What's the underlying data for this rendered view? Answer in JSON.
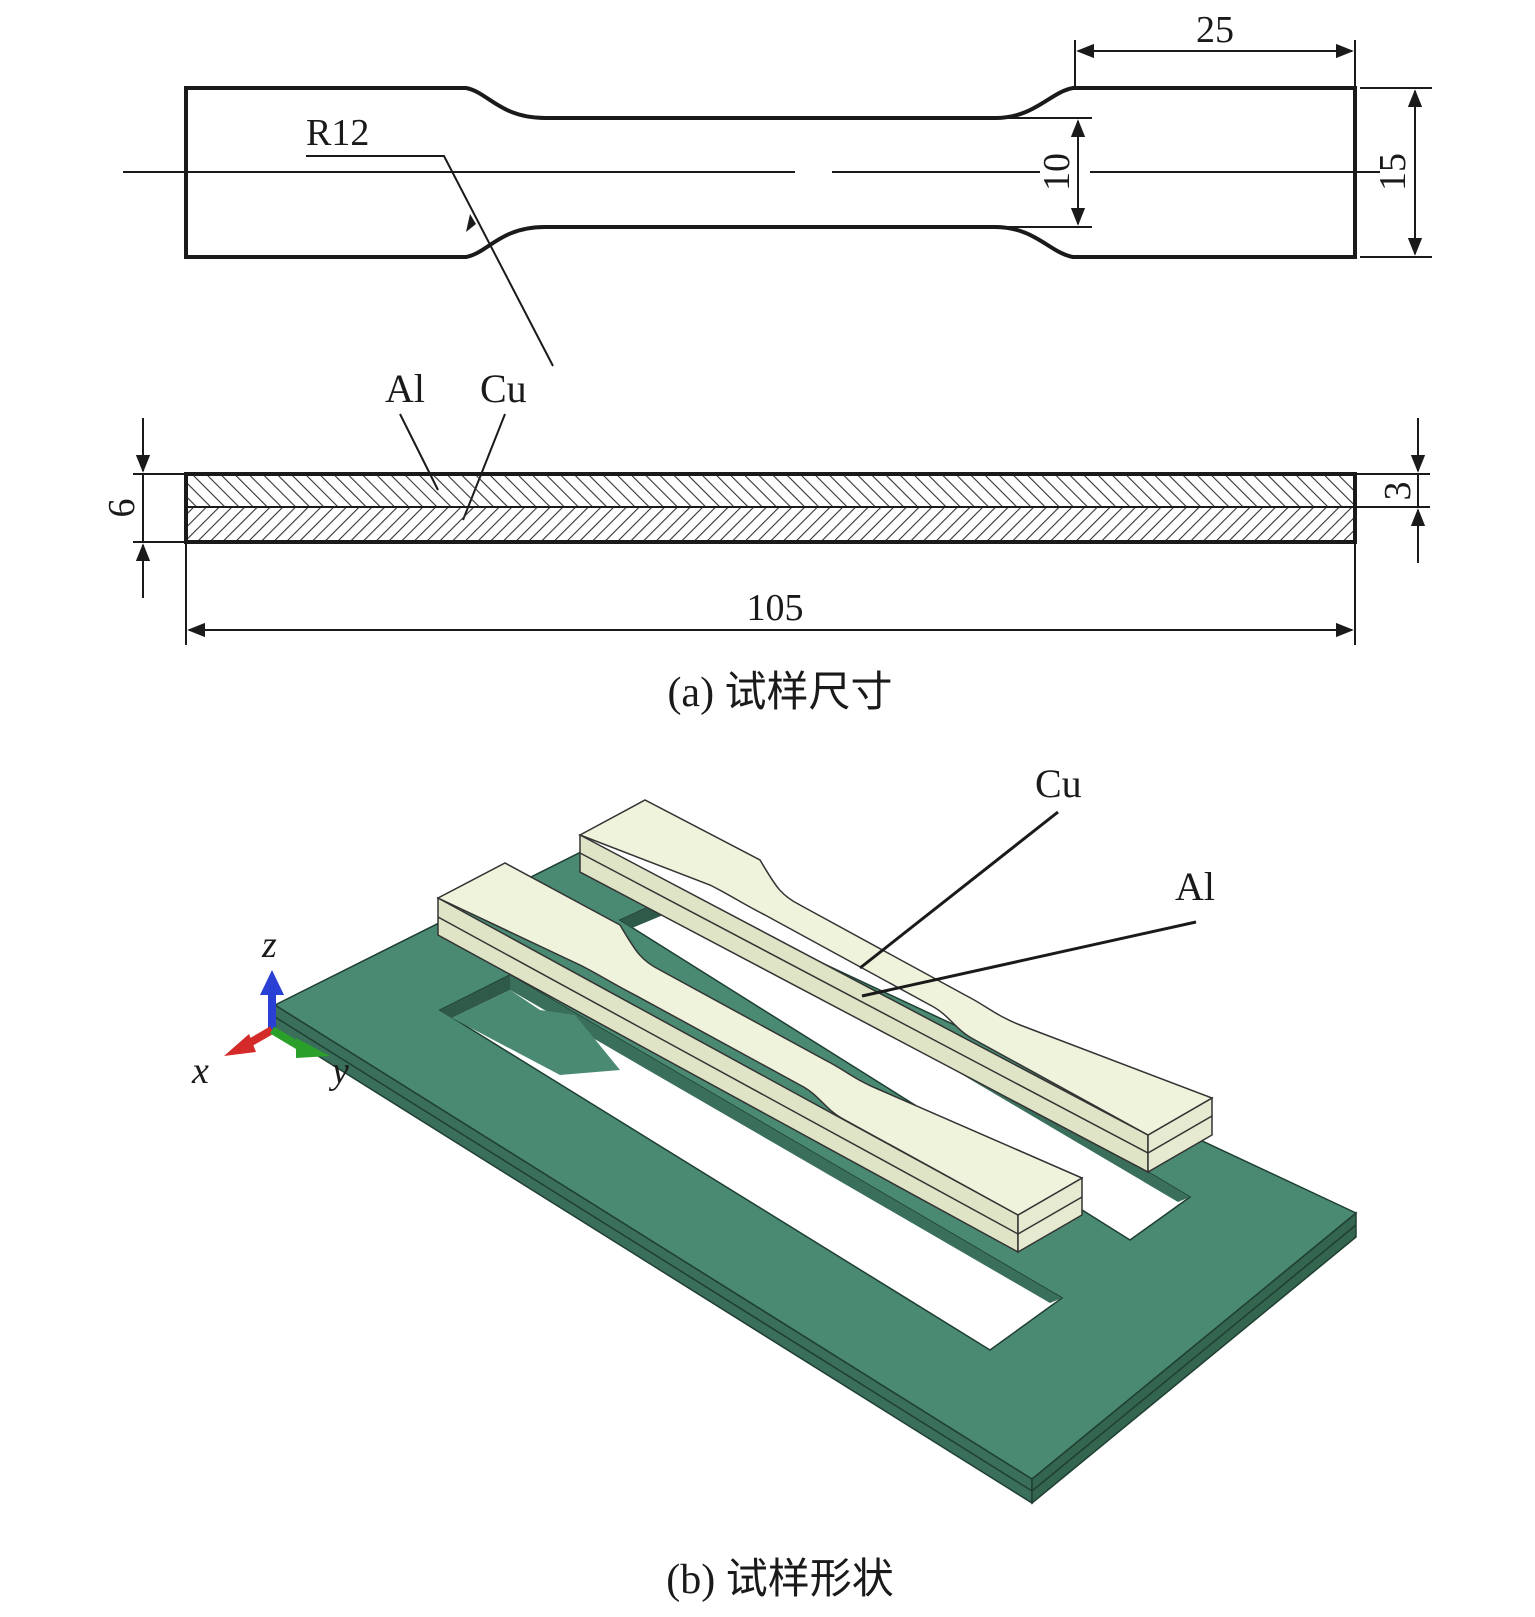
{
  "figure_a": {
    "caption": "(a) 试样尺寸",
    "dimensions": {
      "grip_length": "25",
      "grip_width": "15",
      "gauge_width": "10",
      "fillet_radius": "R12",
      "total_length": "105",
      "total_thickness": "6",
      "layer_thickness": "3"
    },
    "layer_labels": {
      "aluminum": "Al",
      "copper": "Cu"
    }
  },
  "figure_b": {
    "caption": "(b) 试样形状",
    "layer_labels": {
      "copper": "Cu",
      "aluminum": "Al"
    },
    "axes": {
      "x": "x",
      "y": "y",
      "z": "z"
    }
  },
  "colors": {
    "fixture_top": "#4a8a72",
    "fixture_side": "#3a6f5b",
    "specimen_top": "#eff3dc",
    "specimen_side": "#dfe4c6",
    "axis_x": "#d42a2a",
    "axis_y": "#2aa02a",
    "axis_z": "#2a3fd4"
  }
}
